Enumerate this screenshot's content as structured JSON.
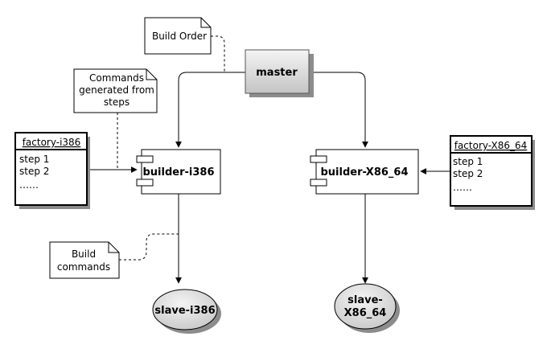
{
  "notes": {
    "build_order": "Build Order",
    "commands_generated": [
      "Commands",
      "generated from",
      "steps"
    ],
    "build_commands": [
      "Build",
      "commands"
    ]
  },
  "master": {
    "label": "master"
  },
  "builders": {
    "i386": {
      "label": "builder-i386"
    },
    "x86_64": {
      "label": "builder-X86_64"
    }
  },
  "factories": {
    "i386": {
      "title": "factory-i386",
      "steps": [
        "step 1",
        "step 2",
        "……"
      ]
    },
    "x86_64": {
      "title": "factory-X86_64",
      "steps": [
        "step 1",
        "step 2",
        "……"
      ]
    }
  },
  "slaves": {
    "i386": {
      "label": "slave-i386"
    },
    "x86_64": {
      "label_lines": [
        "slave-",
        "X86_64"
      ]
    }
  },
  "colors": {
    "stroke": "#000000",
    "shadow": "#8c8c8c",
    "master_fill_top": "#f2f2f2",
    "master_fill_bottom": "#c8c8c8"
  }
}
